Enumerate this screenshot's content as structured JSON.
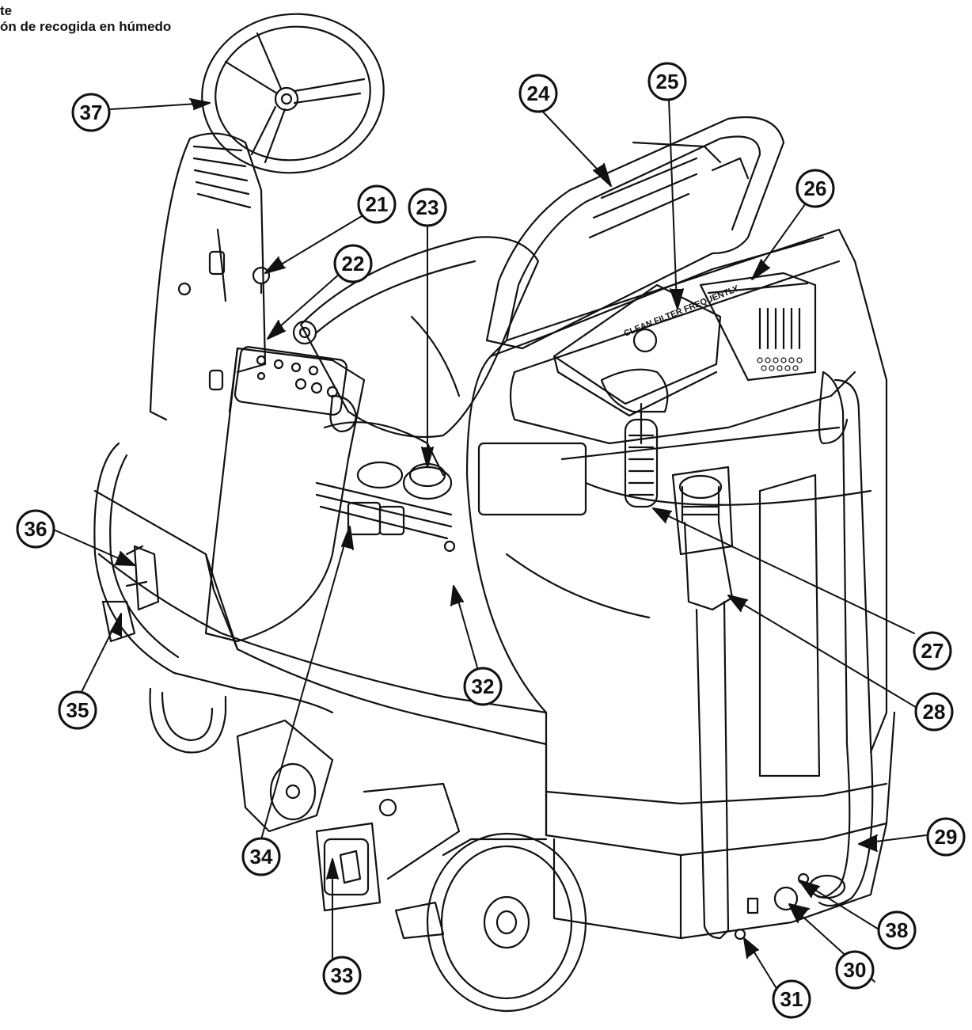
{
  "header_text": {
    "line1": "te",
    "line2": "ón de recogida en húmedo"
  },
  "callouts": [
    "21",
    "22",
    "23",
    "24",
    "25",
    "26",
    "27",
    "28",
    "29",
    "30",
    "31",
    "32",
    "33",
    "34",
    "35",
    "36",
    "37",
    "38"
  ],
  "labels": {
    "filter_lid_text": "CLEAN FILTER FREQUENTLY"
  }
}
